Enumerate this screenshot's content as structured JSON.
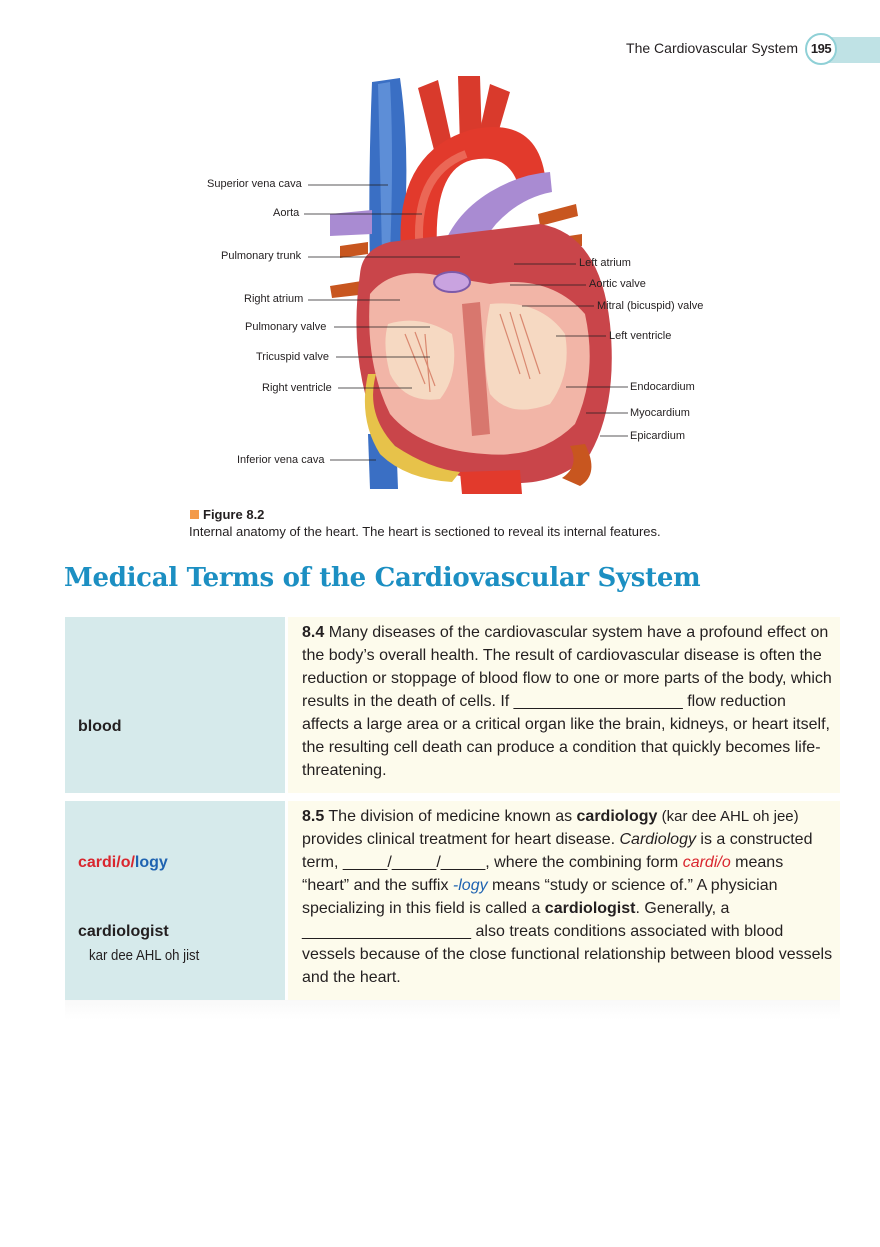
{
  "header": {
    "title": "The Cardiovascular System",
    "page_number": "195"
  },
  "figure": {
    "labels_left": [
      "Superior vena cava",
      "Aorta",
      "Pulmonary trunk",
      "Right atrium",
      "Pulmonary valve",
      "Tricuspid valve",
      "Right ventricle",
      "Inferior vena cava"
    ],
    "labels_right": [
      "Left atrium",
      "Aortic valve",
      "Mitral (bicuspid) valve",
      "Left ventricle",
      "Endocardium",
      "Myocardium",
      "Epicardium"
    ],
    "caption_title": "Figure 8.2",
    "caption_text": "Internal anatomy of the heart. The heart is sectioned to reveal its internal features.",
    "colors": {
      "caption_marker": "#f39a4a"
    }
  },
  "section": {
    "heading": "Medical Terms of the Cardiovascular System",
    "colors": {
      "heading": "#1c8fc2",
      "term_bg": "#d6eaeb",
      "text_bg": "#fdfbec",
      "combining_form": "#d9262e",
      "suffix": "#1f63b1"
    }
  },
  "frame_84": {
    "term": "blood",
    "number": "8.4",
    "text_part1": " Many diseases of the cardiovascular system have a profound effect on the body’s overall health. The result of cardiovascular disease is often the reduction or stoppage of blood flow to one or more parts of the body, which results in the death of cells. If ",
    "blank": "___________________",
    "text_part2": " flow reduction affects a large area or a critical organ like the brain, kidneys, or heart itself, the resulting cell death can produce a condition that quickly becomes life-threatening."
  },
  "frame_85": {
    "term1_cf": "cardi/o/",
    "term1_suffix": "logy",
    "term2": "cardiologist",
    "term2_pron": "kar dee AHL oh jist",
    "number": "8.5",
    "t1": " The division of medicine known as ",
    "b1": "cardiology",
    "pron1": " (kar dee AHL oh jee)",
    "t2": " provides clinical treatment for heart disease. ",
    "i1": "Cardiology",
    "t3": " is a constructed term, _____/_____/_____, where the combining form ",
    "cf": "cardi/o",
    "t4": " means “heart” and the suffix ",
    "sfx": "-logy",
    "t5": " means “study or science of.” A physician specializing in this field is called a ",
    "b2": "cardiologist",
    "t6": ". Generally, a ",
    "blank": "___________________",
    "t7": " also treats conditions associated with blood vessels because of the close functional relationship between blood vessels and the heart."
  }
}
